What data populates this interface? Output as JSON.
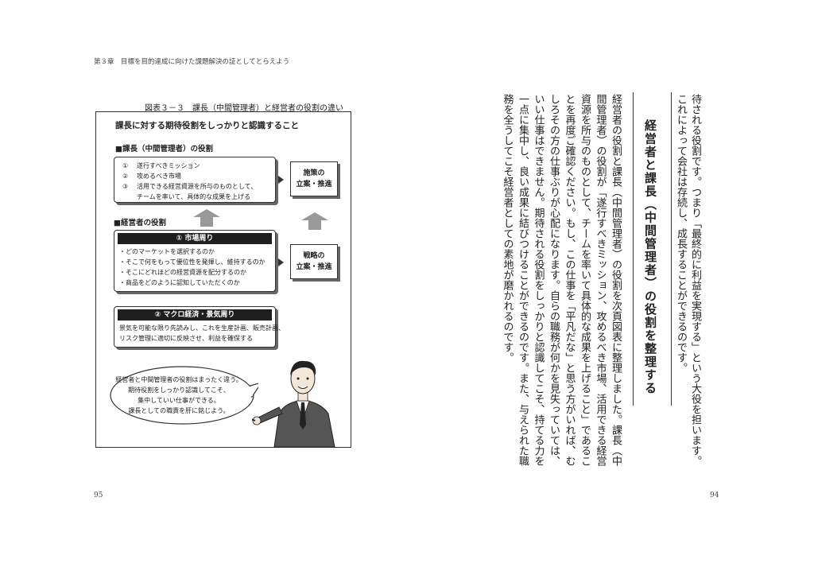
{
  "running_head": "第３章　目標を目的達成に向けた課題解決の証としてとらえよう",
  "page_left": "95",
  "page_right": "94",
  "figure": {
    "caption": "図表３－３　課長（中間管理者）と経営者の役割の違い",
    "title": "課長に対する期待役割をしっかりと認識すること",
    "section_manager": "■課長（中間管理者）の役割",
    "manager_items": [
      {
        "num": "①",
        "text": "遂行すべきミッション"
      },
      {
        "num": "②",
        "text": "攻めるべき市場"
      },
      {
        "num": "③",
        "text": "活用できる経営資源を所与のものとして、"
      },
      {
        "num": "",
        "text": "チームを率いて、具体的な成果を上げる"
      }
    ],
    "box_measures": [
      "施策の",
      "立案・推進"
    ],
    "section_exec": "■経営者の役割",
    "market_title": "① 市場周り",
    "market_items": [
      "・どのマーケットを選択するのか",
      "・そこで何をもって優位性を発揮し、維持するのか",
      "・そこにどれほどの経営資源を配分するのか",
      "・商品をどのように認知していただくのか"
    ],
    "box_strategy": [
      "戦略の",
      "立案・推進"
    ],
    "macro_title": "② マクロ経済・景気周り",
    "macro_items": [
      "景気を可能な限り先読みし、これを生産計画、販売計画、",
      "リスク管理に適切に反映させ、利益を確保する"
    ],
    "bubble_lines": [
      "経営者と中間管理者の役割はまったく違う。",
      "期待役割をしっかり認識してこそ、",
      "集中していい仕事ができる。",
      "課長としての職責を肝に銘じよう。"
    ]
  },
  "right_page": {
    "para_a": "待される役割です。つまり「最終的に利益を実現する」という大役を担います。これによって会社は存続し、成長することができるのです。",
    "heading": "経営者と課長（中間管理者）の役割を整理する",
    "para_b": "経営者の役割と課長（中間管理者）の役割を次頁図表に整理しました。課長（中間管理者）の役割が「遂行すべきミッション、攻めるべき市場、活用できる経営資源を所与のものとして、チームを率いて具体的な成果を上げること」であることを再度ご確認ください。もし、この仕事を「平凡だな」と思う方がいれば、むしろその方の仕事ぶりが心配になります。自らの職務が何かを見失っていては、いい仕事はできません。期待される役割をしっかりと認識してこそ、持てる力を一点に集中し、良い成果に結びつけることができるのです。また、与えられた職務を全うしてこそ経営者としての素地が磨かれるのです。"
  }
}
